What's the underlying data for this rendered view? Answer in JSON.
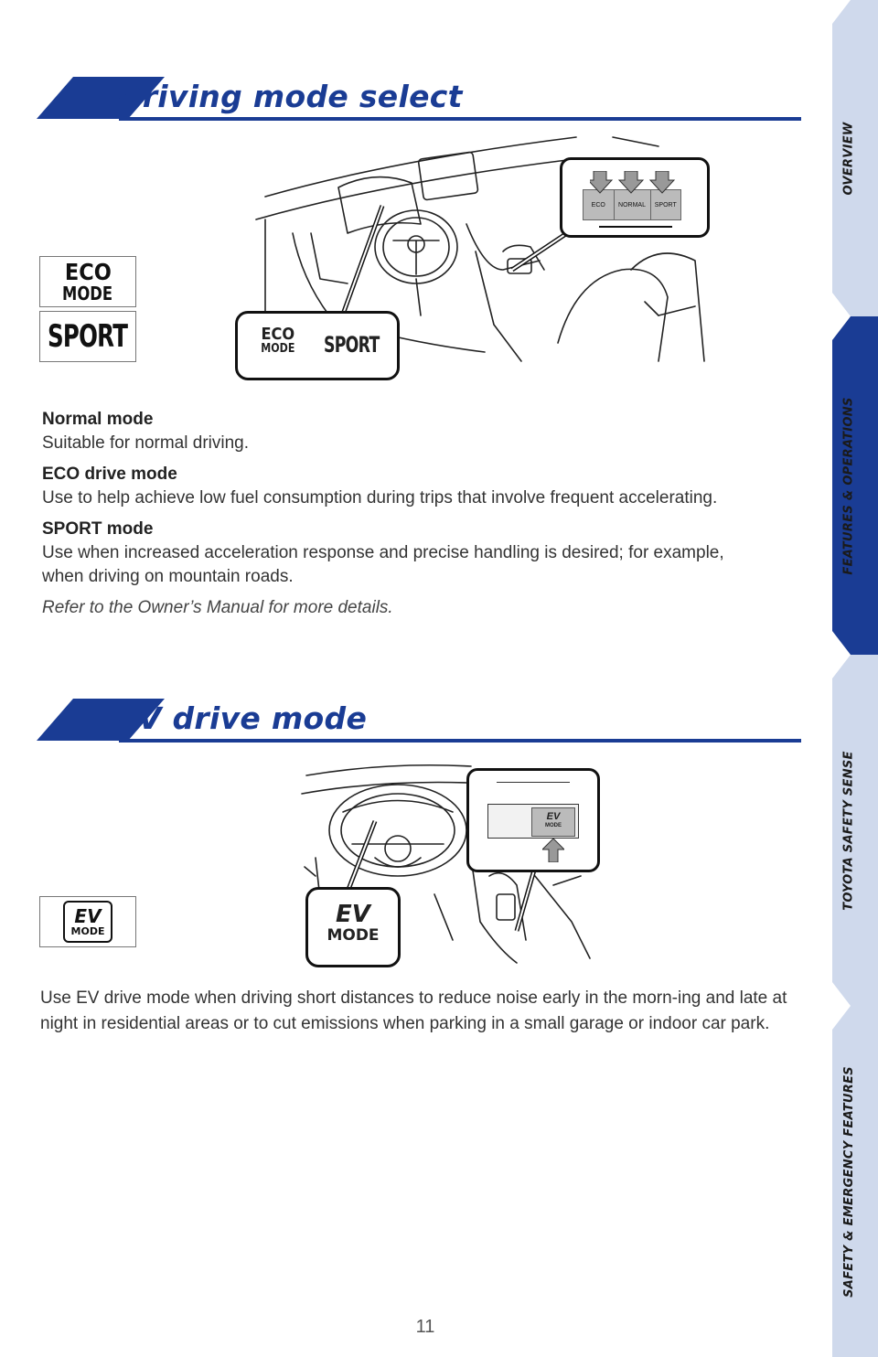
{
  "section1": {
    "title": "Driving mode select",
    "badges": {
      "eco_line1": "ECO",
      "eco_line2": "MODE",
      "sport": "SPORT"
    },
    "illustration": {
      "switch_labels": [
        "ECO",
        "NORMAL",
        "SPORT"
      ],
      "callout_eco_line1": "ECO",
      "callout_eco_line2": "MODE",
      "callout_sport": "SPORT"
    },
    "modes": [
      {
        "heading": "Normal mode",
        "text": "Suitable for normal driving."
      },
      {
        "heading": "ECO drive mode",
        "text": "Use to help achieve low fuel consumption during trips that involve frequent accelerating."
      },
      {
        "heading": "SPORT mode",
        "text": "Use when increased acceleration response and precise handling is desired; for example, when driving on mountain roads."
      }
    ],
    "note": "Refer to the Owner’s Manual for more details."
  },
  "section2": {
    "title": "EV drive mode",
    "badge": {
      "line1": "EV",
      "line2": "MODE"
    },
    "illustration": {
      "switch_line1": "EV",
      "switch_line2": "MODE",
      "callout_line1": "EV",
      "callout_line2": "MODE"
    },
    "text": "Use EV drive mode when driving short distances to reduce noise early in the morn-ing and late at night in residential areas or to cut emissions when  parking in a small garage or indoor car park."
  },
  "page_number": "11",
  "side_tabs": [
    {
      "label": "OVERVIEW",
      "active": false
    },
    {
      "label": "FEATURES & OPERATIONS",
      "active": true
    },
    {
      "label": "TOYOTA SAFETY SENSE",
      "active": false
    },
    {
      "label": "SAFETY & EMERGENCY FEATURES",
      "active": false
    }
  ],
  "colors": {
    "brand_blue": "#1a3c94",
    "tab_light": "#cfd9ec",
    "tab_active": "#1a3c94"
  }
}
